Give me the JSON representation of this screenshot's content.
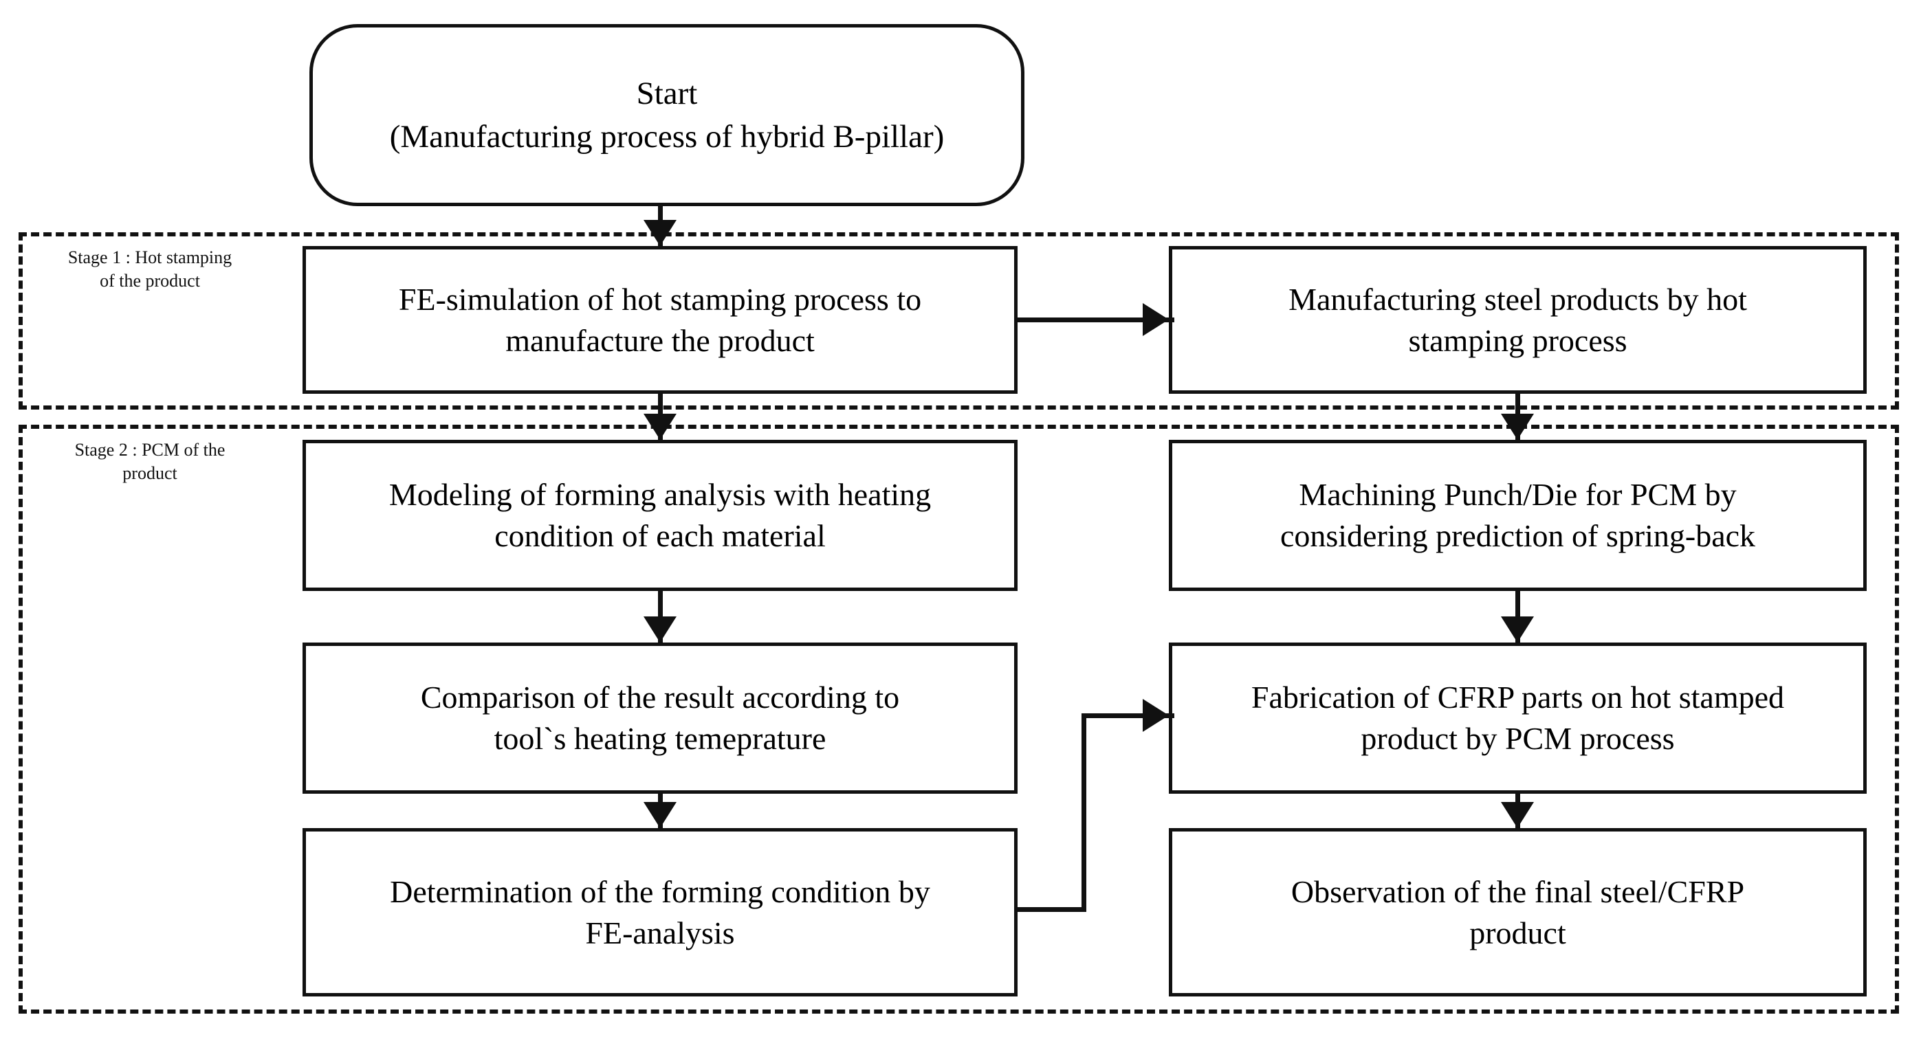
{
  "diagram": {
    "type": "flowchart",
    "title": "Manufacturing process of hybrid B-pillar",
    "orientation": "two-column, top-to-bottom",
    "background_color": "#ffffff",
    "line_color": "#111111"
  },
  "start": {
    "label": "Start\n(Manufacturing process of hybrid B-pillar)",
    "line1": "Start",
    "line2": "(Manufacturing process of hybrid B-pillar)",
    "shape": "rounded-rectangle"
  },
  "stages": [
    {
      "id": "stage-1",
      "label": "Stage 1 : Hot stamping\nof the product"
    },
    {
      "id": "stage-2",
      "label": "Stage 2 : PCM of the\nproduct"
    }
  ],
  "nodes": {
    "fe_simulation": {
      "label": "FE-simulation of hot stamping process to\nmanufacture the product"
    },
    "manufacturing": {
      "label": "Manufacturing steel products by hot\nstamping process"
    },
    "modeling": {
      "label": "Modeling of forming analysis with heating\ncondition of each material"
    },
    "machining": {
      "label": "Machining Punch/Die for PCM by\nconsidering prediction of spring-back"
    },
    "comparison": {
      "label": "Comparison of the result according to\ntool`s heating temeprature"
    },
    "fabrication": {
      "label": "Fabrication of CFRP parts on hot stamped\nproduct by PCM process"
    },
    "determination": {
      "label": "Determination of the forming condition by\nFE-analysis"
    },
    "observation": {
      "label": "Observation of the final steel/CFRP\nproduct"
    }
  },
  "connectors": [
    {
      "id": "start-to-fe",
      "from": "start",
      "to": "fe_simulation",
      "direction": "down"
    },
    {
      "id": "fe-to-manufacturing",
      "from": "fe_simulation",
      "to": "manufacturing",
      "direction": "right"
    },
    {
      "id": "fe-to-modeling",
      "from": "fe_simulation",
      "to": "modeling",
      "direction": "down"
    },
    {
      "id": "manufacturing-to-machining",
      "from": "manufacturing",
      "to": "machining",
      "direction": "down"
    },
    {
      "id": "modeling-to-comparison",
      "from": "modeling",
      "to": "comparison",
      "direction": "down"
    },
    {
      "id": "comparison-to-determination",
      "from": "comparison",
      "to": "determination",
      "direction": "down"
    },
    {
      "id": "machining-to-fabrication",
      "from": "machining",
      "to": "fabrication",
      "direction": "down"
    },
    {
      "id": "fabrication-to-observation",
      "from": "fabrication",
      "to": "observation",
      "direction": "down"
    },
    {
      "id": "determination-to-fabrication",
      "from": "determination",
      "to": "fabrication",
      "direction": "elbow-right-up"
    }
  ]
}
